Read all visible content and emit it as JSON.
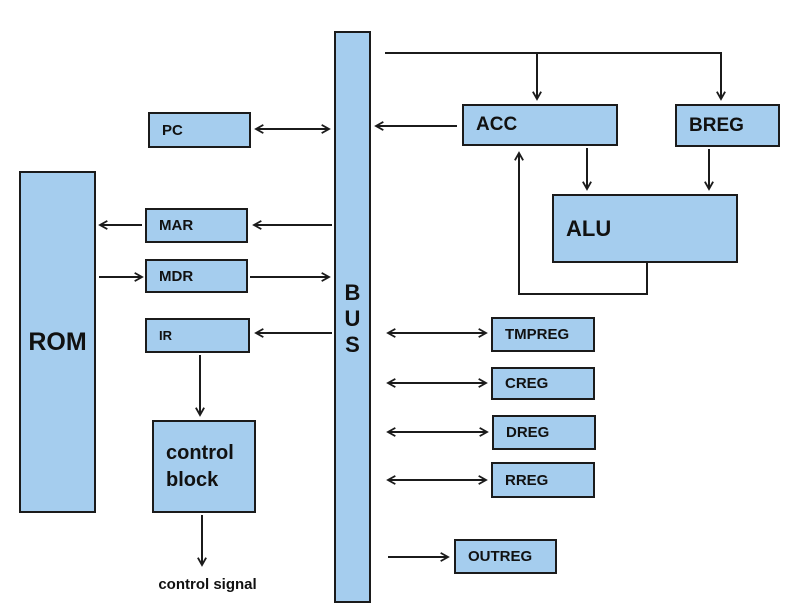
{
  "diagram": {
    "type": "block-diagram",
    "subject": "single-bus CPU architecture"
  },
  "nodes": {
    "bus": {
      "letters": [
        "B",
        "U",
        "S"
      ]
    },
    "rom": {
      "label": "ROM"
    },
    "pc": {
      "label": "PC"
    },
    "mar": {
      "label": "MAR"
    },
    "mdr": {
      "label": "MDR"
    },
    "ir": {
      "label": "IR"
    },
    "control_block": {
      "lines": [
        "control",
        "block"
      ]
    },
    "acc": {
      "label": "ACC"
    },
    "breg": {
      "label": "BREG"
    },
    "alu": {
      "label": "ALU"
    },
    "tmpreg": {
      "label": "TMPREG"
    },
    "creg": {
      "label": "CREG"
    },
    "dreg": {
      "label": "DREG"
    },
    "rreg": {
      "label": "RREG"
    },
    "outreg": {
      "label": "OUTREG"
    }
  },
  "labels": {
    "control_signal": "control signal"
  },
  "edges": [
    {
      "from": "bus",
      "to": "acc",
      "direction": "one-way"
    },
    {
      "from": "bus",
      "to": "breg",
      "direction": "one-way"
    },
    {
      "from": "acc",
      "to": "bus",
      "direction": "one-way"
    },
    {
      "from": "pc",
      "to": "bus",
      "direction": "two-way"
    },
    {
      "from": "bus",
      "to": "mar",
      "direction": "one-way"
    },
    {
      "from": "mar",
      "to": "rom",
      "direction": "one-way"
    },
    {
      "from": "rom",
      "to": "mdr",
      "direction": "one-way"
    },
    {
      "from": "mdr",
      "to": "bus",
      "direction": "one-way"
    },
    {
      "from": "bus",
      "to": "ir",
      "direction": "one-way"
    },
    {
      "from": "ir",
      "to": "control_block",
      "direction": "one-way"
    },
    {
      "from": "control_block",
      "to": "control_signal",
      "direction": "one-way"
    },
    {
      "from": "acc",
      "to": "alu",
      "direction": "one-way"
    },
    {
      "from": "breg",
      "to": "alu",
      "direction": "one-way"
    },
    {
      "from": "alu",
      "to": "acc",
      "direction": "one-way"
    },
    {
      "from": "bus",
      "to": "tmpreg",
      "direction": "two-way"
    },
    {
      "from": "bus",
      "to": "creg",
      "direction": "two-way"
    },
    {
      "from": "bus",
      "to": "dreg",
      "direction": "two-way"
    },
    {
      "from": "bus",
      "to": "rreg",
      "direction": "two-way"
    },
    {
      "from": "bus",
      "to": "outreg",
      "direction": "one-way"
    }
  ],
  "colors": {
    "node_fill": "#A5CDEE",
    "node_border": "#1b1b1b",
    "arrow": "#1b1b1b",
    "background": "#ffffff",
    "text": "#111111"
  }
}
